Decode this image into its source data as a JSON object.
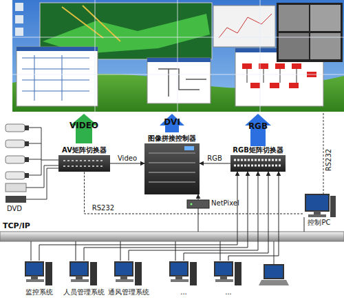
{
  "diagram": {
    "nodes": [
      {
        "text": [
          "AV矩阵切换器"
        ]
      },
      {
        "text": [
          "图像拼接控制器"
        ]
      },
      {
        "text": [
          "RGB矩阵切换器"
        ]
      },
      {
        "text": [
          "NetPixel"
        ]
      },
      {
        "text": [
          "控制PC"
        ]
      },
      {
        "text": [
          "TCP/IP"
        ]
      },
      {
        "text": [
          "监控系统"
        ]
      },
      {
        "text": [
          "人员管理系统"
        ]
      },
      {
        "text": [
          "通风管理系统"
        ]
      },
      {
        "text": [
          "..."
        ]
      },
      {
        "text": [
          "..."
        ]
      }
    ],
    "edges": [
      {
        "from": 0,
        "to": 1,
        "label": "Video",
        "arrow": "to"
      },
      {
        "from": 2,
        "to": 1,
        "label": "RGB",
        "arrow": "to"
      },
      {
        "from": 3,
        "to": 1,
        "arrow": "to"
      },
      {
        "from": 6,
        "to": 2,
        "arrow": "to"
      },
      {
        "from": 7,
        "to": 2,
        "arrow": "to"
      },
      {
        "from": 8,
        "to": 2,
        "arrow": "to"
      },
      {
        "from": 9,
        "to": 2,
        "arrow": "to"
      },
      {
        "from": 10,
        "to": 2,
        "arrow": "to"
      },
      {
        "from": 6,
        "to": 5,
        "arrow": "none"
      },
      {
        "from": 7,
        "to": 5,
        "arrow": "none"
      },
      {
        "from": 8,
        "to": 5,
        "arrow": "none"
      },
      {
        "from": 9,
        "to": 5,
        "arrow": "none"
      },
      {
        "from": 10,
        "to": 5,
        "arrow": "none"
      },
      {
        "from": 3,
        "to": 5,
        "arrow": "none"
      },
      {
        "from": 4,
        "to": 5,
        "arrow": "none"
      },
      {
        "from": 4,
        "to": 0,
        "label": "RS232",
        "arrow": "none"
      }
    ],
    "labels": [
      "VIDEO",
      "DVI",
      "RGB",
      "DVD",
      "RS232"
    ]
  }
}
